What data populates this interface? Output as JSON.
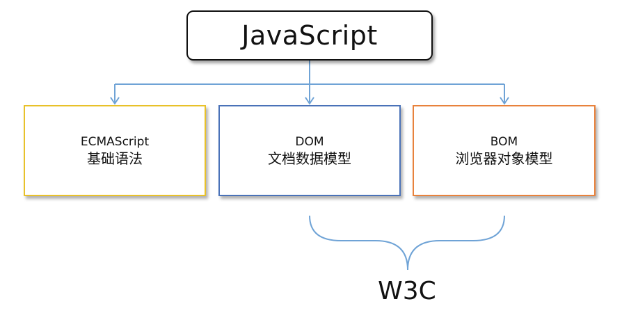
{
  "diagram": {
    "root": {
      "label": "JavaScript"
    },
    "children": [
      {
        "id": "ecmascript",
        "title": "ECMAScript",
        "subtitle": "基础语法",
        "border_color": "#e8c12a"
      },
      {
        "id": "dom",
        "title": "DOM",
        "subtitle": "文档数据模型",
        "border_color": "#4a72b8"
      },
      {
        "id": "bom",
        "title": "BOM",
        "subtitle": "浏览器对象模型",
        "border_color": "#e8823c"
      }
    ],
    "brace": {
      "label": "W3C",
      "color": "#6fa3d6"
    },
    "connector_color": "#6fa3d6"
  }
}
